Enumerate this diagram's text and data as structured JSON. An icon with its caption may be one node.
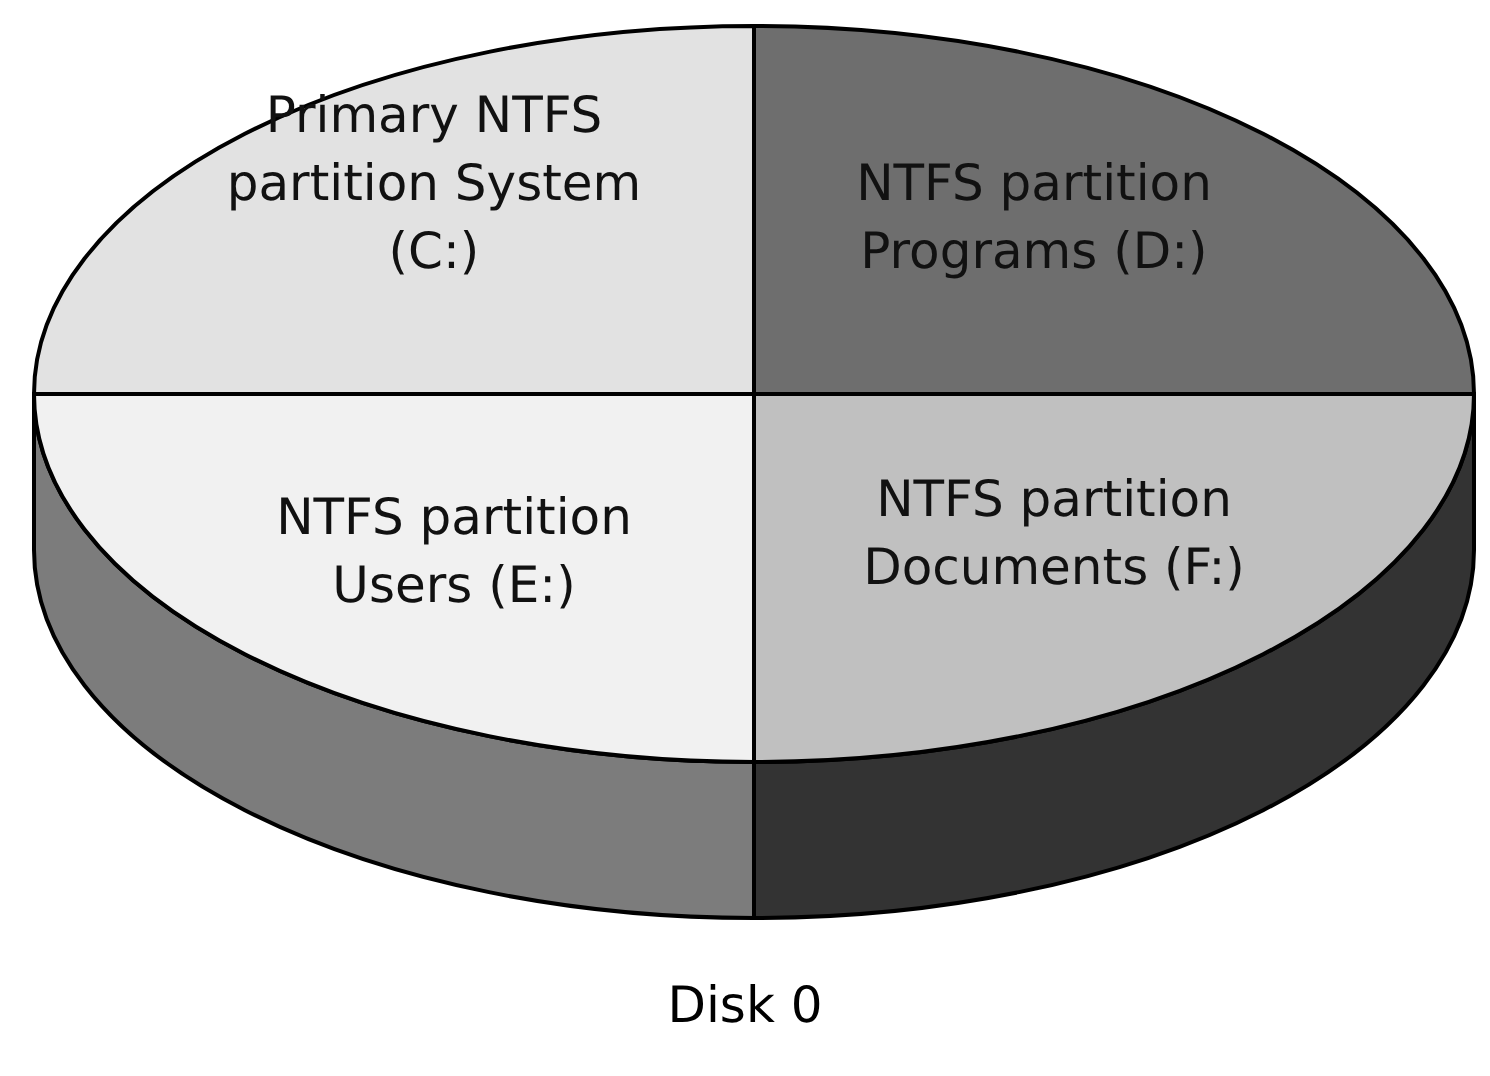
{
  "diagram": {
    "caption": "Disk 0",
    "nodes": [
      {
        "text": [
          "Primary NTFS partition System (C:)"
        ]
      },
      {
        "text": [
          "NTFS partition Programs (D:)"
        ]
      },
      {
        "text": [
          "NTFS partition Users (E:)"
        ]
      },
      {
        "text": [
          "NTFS partition Documents (F:)"
        ]
      }
    ],
    "edges": []
  }
}
